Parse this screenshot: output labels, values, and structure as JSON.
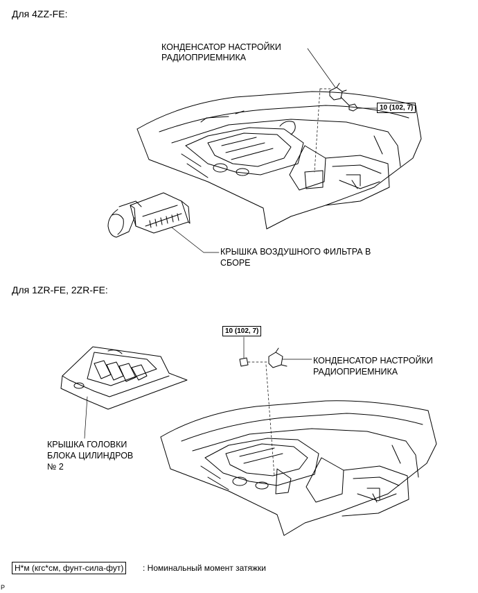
{
  "section_1": {
    "heading": "Для 4ZZ-FE:",
    "capacitor_label_line1": "КОНДЕНСАТОР НАСТРОЙКИ",
    "capacitor_label_line2": "РАДИОПРИЕМНИКА",
    "torque_spec": "10 (102, 7)",
    "air_filter_label_line1": "КРЫШКА ВОЗДУШНОГО ФИЛЬТРА В",
    "air_filter_label_line2": "СБОРЕ"
  },
  "section_2": {
    "heading": "Для 1ZR-FE, 2ZR-FE:",
    "torque_spec": "10 (102, 7)",
    "capacitor_label_line1": "КОНДЕНСАТОР НАСТРОЙКИ",
    "capacitor_label_line2": "РАДИОПРИЕМНИКА",
    "cover_label_line1": "КРЫШКА ГОЛОВКИ",
    "cover_label_line2": "БЛОКА ЦИЛИНДРОВ",
    "cover_label_line3": "№ 2"
  },
  "legend": {
    "unit_box": "Н*м (кгс*см, фунт-сила-фут)",
    "description": ": Номинальный момент затяжки"
  },
  "corner_mark": "P"
}
